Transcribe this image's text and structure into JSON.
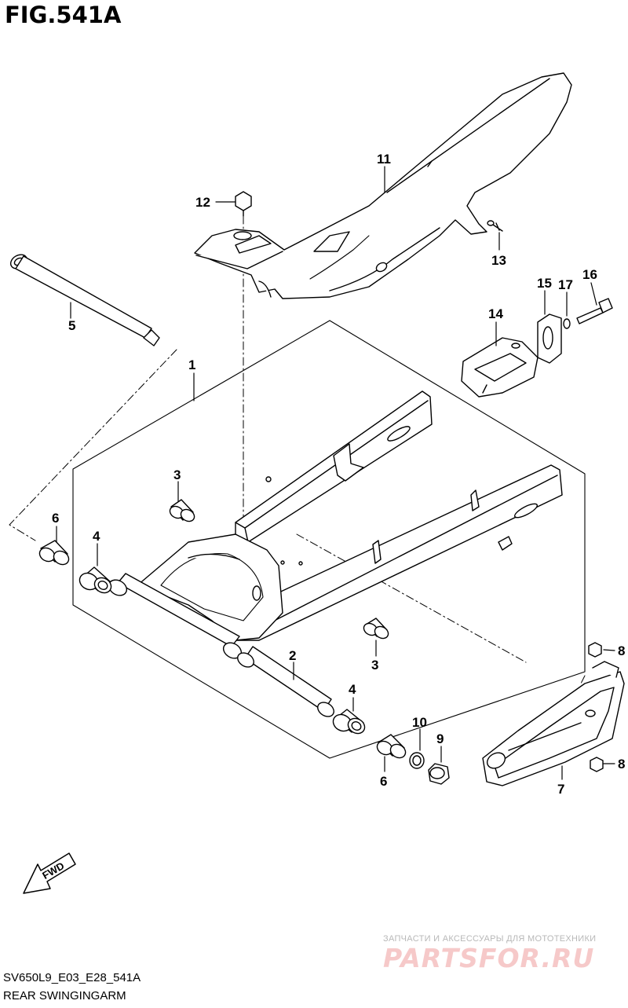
{
  "figure": {
    "title": "FIG.541A",
    "model_code": "SV650L9_E03_E28_541A",
    "caption": "REAR SWINGINGARM"
  },
  "callouts": [
    "1",
    "2",
    "3",
    "3",
    "4",
    "4",
    "5",
    "6",
    "6",
    "7",
    "8",
    "8",
    "9",
    "10",
    "11",
    "12",
    "13",
    "14",
    "15",
    "16",
    "17"
  ],
  "fwd_label": "FWD",
  "watermark": {
    "top_text": "ЗАПЧАСТИ И АКСЕССУАРЫ ДЛЯ МОТОТЕХНИКИ",
    "logo_text": "PARTSFOR.RU"
  },
  "colors": {
    "line": "#000000",
    "background": "#ffffff",
    "watermark": "#f6c9c9"
  }
}
